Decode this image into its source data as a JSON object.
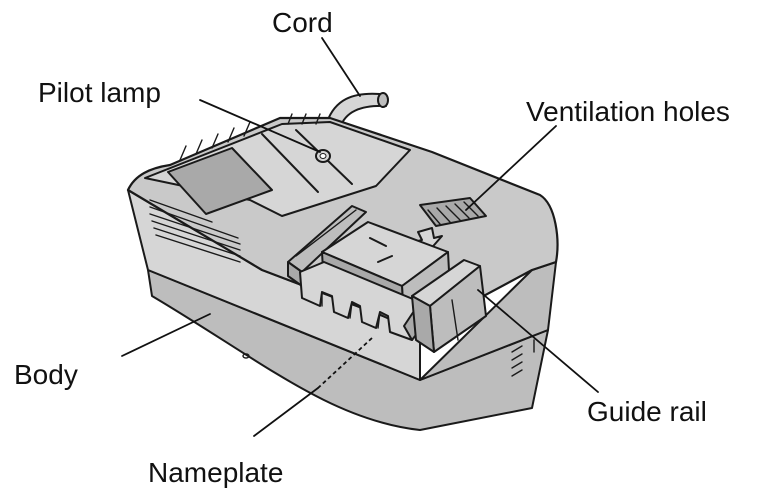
{
  "labels": {
    "cord": "Cord",
    "pilot_lamp": "Pilot lamp",
    "ventilation_holes": "Ventilation holes",
    "body": "Body",
    "guide_rail": "Guide rail",
    "nameplate": "Nameplate"
  }
}
